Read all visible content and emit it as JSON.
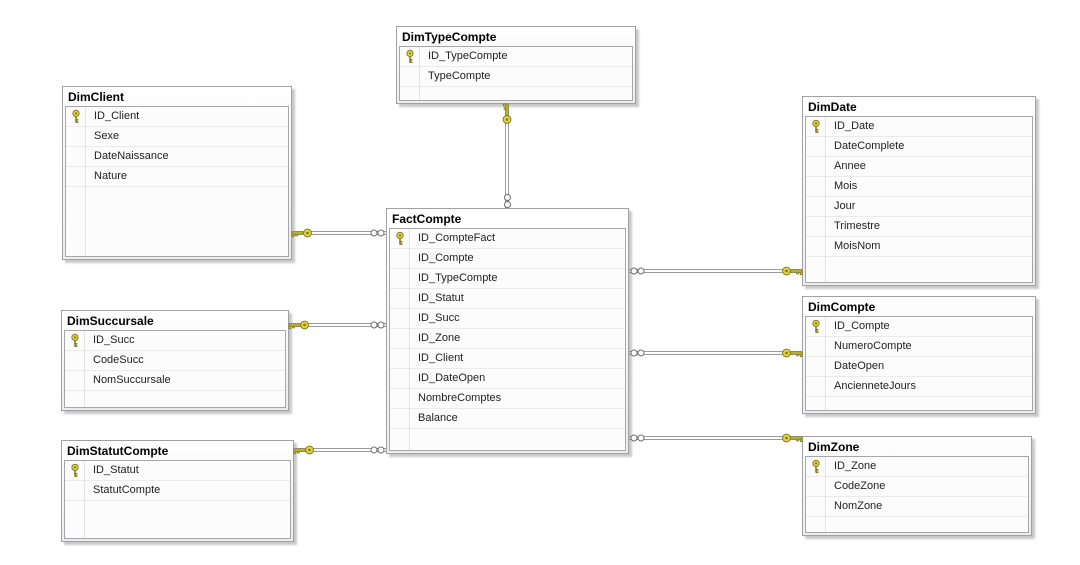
{
  "diagram": {
    "kind": "database-schema-diagram",
    "tables": {
      "dimClient": {
        "title": "DimClient",
        "columns": [
          {
            "name": "ID_Client",
            "pk": true
          },
          {
            "name": "Sexe",
            "pk": false
          },
          {
            "name": "DateNaissance",
            "pk": false
          },
          {
            "name": "Nature",
            "pk": false
          }
        ]
      },
      "dimTypeCompte": {
        "title": "DimTypeCompte",
        "columns": [
          {
            "name": "ID_TypeCompte",
            "pk": true
          },
          {
            "name": "TypeCompte",
            "pk": false
          }
        ]
      },
      "dimDate": {
        "title": "DimDate",
        "columns": [
          {
            "name": "ID_Date",
            "pk": true
          },
          {
            "name": "DateComplete",
            "pk": false
          },
          {
            "name": "Annee",
            "pk": false
          },
          {
            "name": "Mois",
            "pk": false
          },
          {
            "name": "Jour",
            "pk": false
          },
          {
            "name": "Trimestre",
            "pk": false
          },
          {
            "name": "MoisNom",
            "pk": false
          }
        ]
      },
      "factCompte": {
        "title": "FactCompte",
        "columns": [
          {
            "name": "ID_CompteFact",
            "pk": true
          },
          {
            "name": "ID_Compte",
            "pk": false
          },
          {
            "name": "ID_TypeCompte",
            "pk": false
          },
          {
            "name": "ID_Statut",
            "pk": false
          },
          {
            "name": "ID_Succ",
            "pk": false
          },
          {
            "name": "ID_Zone",
            "pk": false
          },
          {
            "name": "ID_Client",
            "pk": false
          },
          {
            "name": "ID_DateOpen",
            "pk": false
          },
          {
            "name": "NombreComptes",
            "pk": false
          },
          {
            "name": "Balance",
            "pk": false
          }
        ]
      },
      "dimSuccursale": {
        "title": "DimSuccursale",
        "columns": [
          {
            "name": "ID_Succ",
            "pk": true
          },
          {
            "name": "CodeSucc",
            "pk": false
          },
          {
            "name": "NomSuccursale",
            "pk": false
          }
        ]
      },
      "dimCompte": {
        "title": "DimCompte",
        "columns": [
          {
            "name": "ID_Compte",
            "pk": true
          },
          {
            "name": "NumeroCompte",
            "pk": false
          },
          {
            "name": "DateOpen",
            "pk": false
          },
          {
            "name": "AncienneteJours",
            "pk": false
          }
        ]
      },
      "dimZone": {
        "title": "DimZone",
        "columns": [
          {
            "name": "ID_Zone",
            "pk": true
          },
          {
            "name": "CodeZone",
            "pk": false
          },
          {
            "name": "NomZone",
            "pk": false
          }
        ]
      },
      "dimStatutCompte": {
        "title": "DimStatutCompte",
        "columns": [
          {
            "name": "ID_Statut",
            "pk": true
          },
          {
            "name": "StatutCompte",
            "pk": false
          }
        ]
      }
    },
    "relationships": [
      {
        "one": "DimClient",
        "many": "FactCompte",
        "type": "one-to-many"
      },
      {
        "one": "DimTypeCompte",
        "many": "FactCompte",
        "type": "one-to-many"
      },
      {
        "one": "DimSuccursale",
        "many": "FactCompte",
        "type": "one-to-many"
      },
      {
        "one": "DimStatutCompte",
        "many": "FactCompte",
        "type": "one-to-many"
      },
      {
        "one": "DimDate",
        "many": "FactCompte",
        "type": "one-to-many"
      },
      {
        "one": "DimCompte",
        "many": "FactCompte",
        "type": "one-to-many"
      },
      {
        "one": "DimZone",
        "many": "FactCompte",
        "type": "one-to-many"
      }
    ],
    "colors": {
      "canvas": "#ffffff",
      "node_border": "#9fa1a4",
      "row_text": "#222222",
      "key_fill": "#e8d73c",
      "key_outline": "#837c20",
      "connector_line": "#9b9b9b"
    }
  }
}
